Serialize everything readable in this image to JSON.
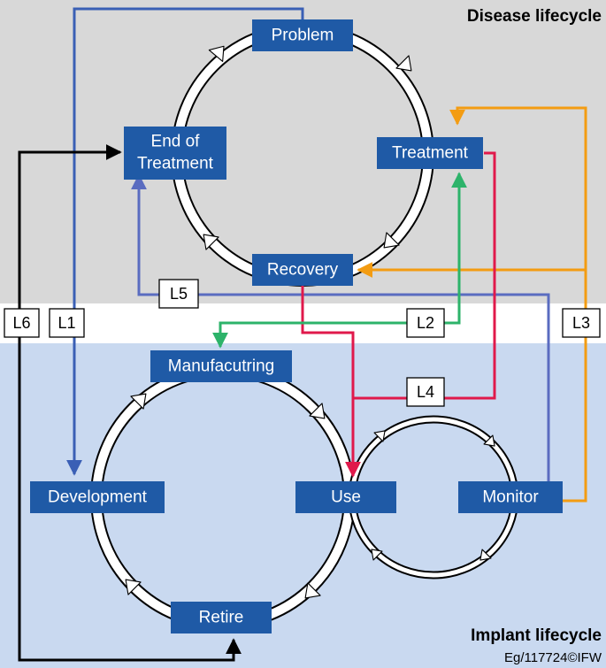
{
  "regions": {
    "disease_title": "Disease lifecycle",
    "implant_title": "Implant lifecycle",
    "disease_color": "#d8d8d8",
    "implant_color": "#c9d9f0"
  },
  "footer": "Eg/117724©IFW",
  "nodes": {
    "problem": "Problem",
    "treatment": "Treatment",
    "end_of_treatment_line1": "End of",
    "end_of_treatment_line2": "Treatment",
    "recovery": "Recovery",
    "manufacturing": "Manufacutring",
    "development": "Development",
    "use": "Use",
    "monitor": "Monitor",
    "retire": "Retire"
  },
  "links": {
    "l1": {
      "label": "L1",
      "color": "#3a5fb5"
    },
    "l2": {
      "label": "L2",
      "color": "#2db36a"
    },
    "l3": {
      "label": "L3",
      "color": "#f39c12"
    },
    "l4": {
      "label": "L4",
      "color": "#e0194b"
    },
    "l5": {
      "label": "L5",
      "color": "#5a6cc0"
    },
    "l6": {
      "label": "L6",
      "color": "#000000"
    }
  },
  "colors": {
    "node_fill": "#1f5aa6",
    "node_text": "#ffffff"
  }
}
